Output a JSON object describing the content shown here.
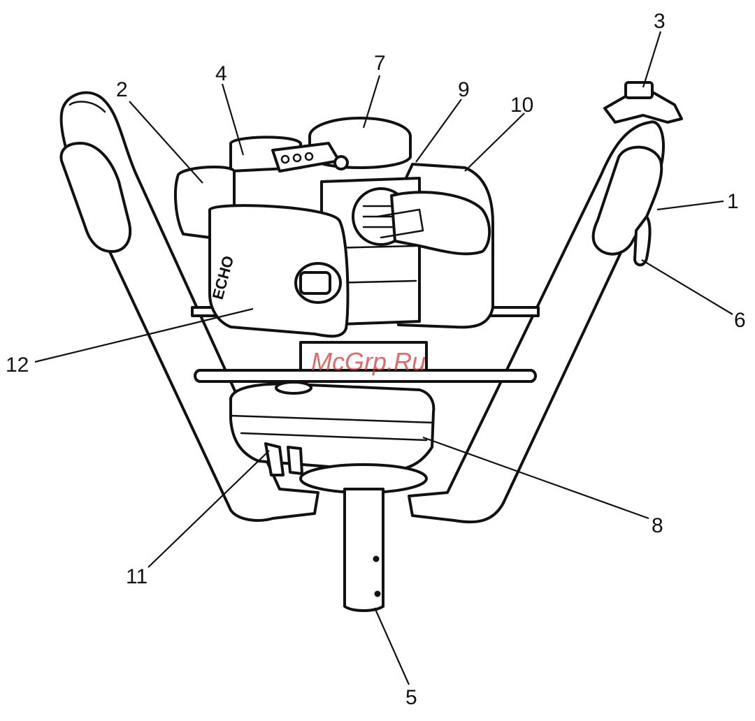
{
  "diagram": {
    "callouts": [
      {
        "id": "1",
        "label": "1"
      },
      {
        "id": "2",
        "label": "2"
      },
      {
        "id": "3",
        "label": "3"
      },
      {
        "id": "4",
        "label": "4"
      },
      {
        "id": "5",
        "label": "5"
      },
      {
        "id": "6",
        "label": "6"
      },
      {
        "id": "7",
        "label": "7"
      },
      {
        "id": "8",
        "label": "8"
      },
      {
        "id": "9",
        "label": "9"
      },
      {
        "id": "10",
        "label": "10"
      },
      {
        "id": "11",
        "label": "11"
      },
      {
        "id": "12",
        "label": "12"
      }
    ],
    "housing_brand": "ECHO",
    "watermark": "McGrp.Ru",
    "colors": {
      "ink": "#111111",
      "watermark": "#d33a3a",
      "background": "#ffffff"
    }
  }
}
